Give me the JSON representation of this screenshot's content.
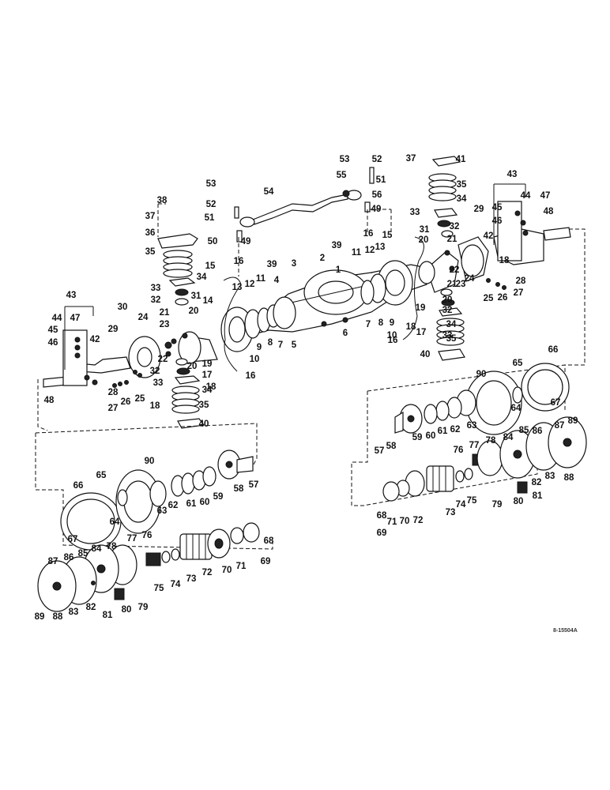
{
  "drawing_ref": "8-15504A",
  "labels": [
    "1",
    "2",
    "3",
    "4",
    "5",
    "6",
    "7",
    "8",
    "9",
    "10",
    "11",
    "12",
    "13",
    "14",
    "15",
    "16",
    "17",
    "18",
    "19",
    "20",
    "21",
    "22",
    "23",
    "24",
    "25",
    "26",
    "27",
    "28",
    "29",
    "30",
    "31",
    "32",
    "33",
    "34",
    "35",
    "36",
    "37",
    "38",
    "39",
    "40",
    "41",
    "42",
    "43",
    "44",
    "45",
    "46",
    "47",
    "48",
    "49",
    "50",
    "51",
    "52",
    "53",
    "54",
    "55",
    "56",
    "57",
    "58",
    "59",
    "60",
    "61",
    "62",
    "63",
    "64",
    "65",
    "66",
    "67",
    "68",
    "69",
    "70",
    "71",
    "72",
    "73",
    "74",
    "75",
    "76",
    "77",
    "78",
    "79",
    "80",
    "81",
    "82",
    "83",
    "84",
    "85",
    "86",
    "87",
    "88",
    "89",
    "90"
  ]
}
